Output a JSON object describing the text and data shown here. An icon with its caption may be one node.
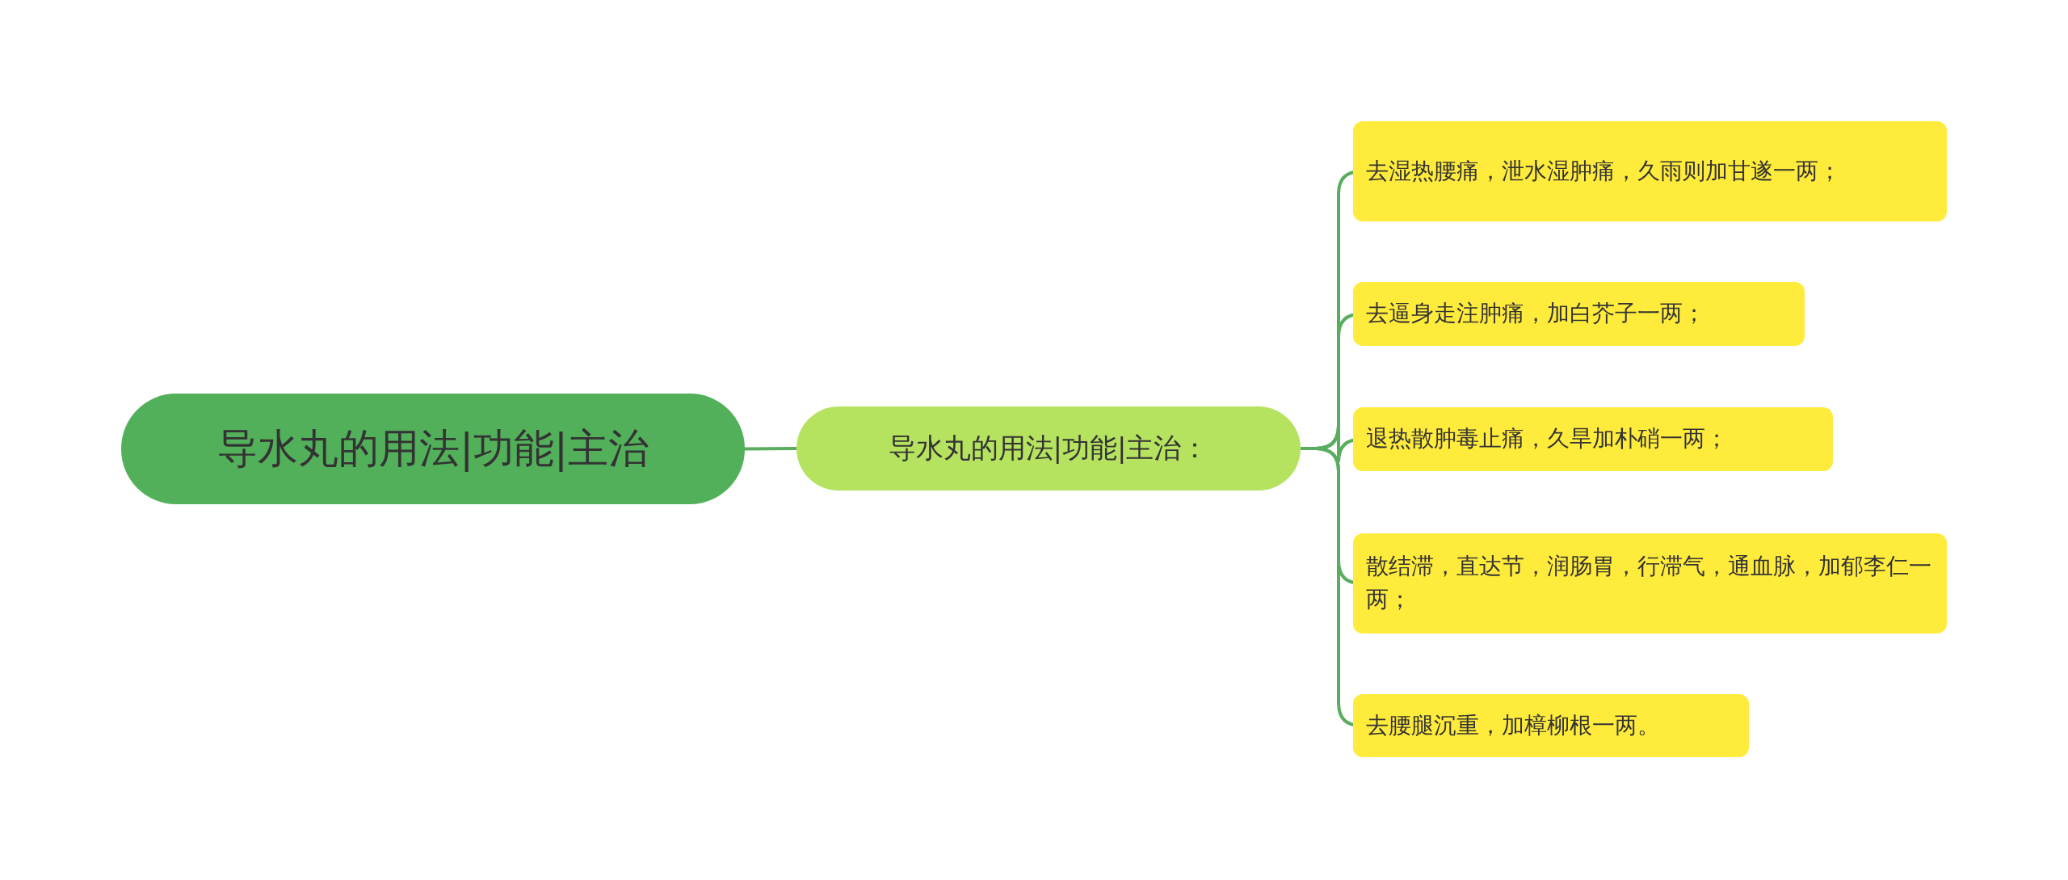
{
  "diagram": {
    "nodes": [
      {
        "text": [
          "导水丸的用法|功能|主治"
        ]
      },
      {
        "text": [
          "导水丸的用法|功能|主治："
        ]
      },
      {
        "text": [
          "去湿热腰痛，泄水湿肿痛，久雨则加甘遂一两；"
        ]
      },
      {
        "text": [
          "去逼身走注肿痛，加白芥子一两；"
        ]
      },
      {
        "text": [
          "退热散肿毒止痛，久旱加朴硝一两；"
        ]
      },
      {
        "text": [
          "散结滞，直达节，润肠胃，行滞气，通血脉，加郁李仁一两；"
        ]
      },
      {
        "text": [
          "去腰腿沉重，加樟柳根一两。"
        ]
      }
    ],
    "edges": [
      {
        "from": 0,
        "to": 1,
        "arrow": "none"
      },
      {
        "from": 1,
        "to": 2,
        "arrow": "none"
      },
      {
        "from": 1,
        "to": 3,
        "arrow": "none"
      },
      {
        "from": 1,
        "to": 4,
        "arrow": "none"
      },
      {
        "from": 1,
        "to": 5,
        "arrow": "none"
      },
      {
        "from": 1,
        "to": 6,
        "arrow": "none"
      }
    ]
  }
}
